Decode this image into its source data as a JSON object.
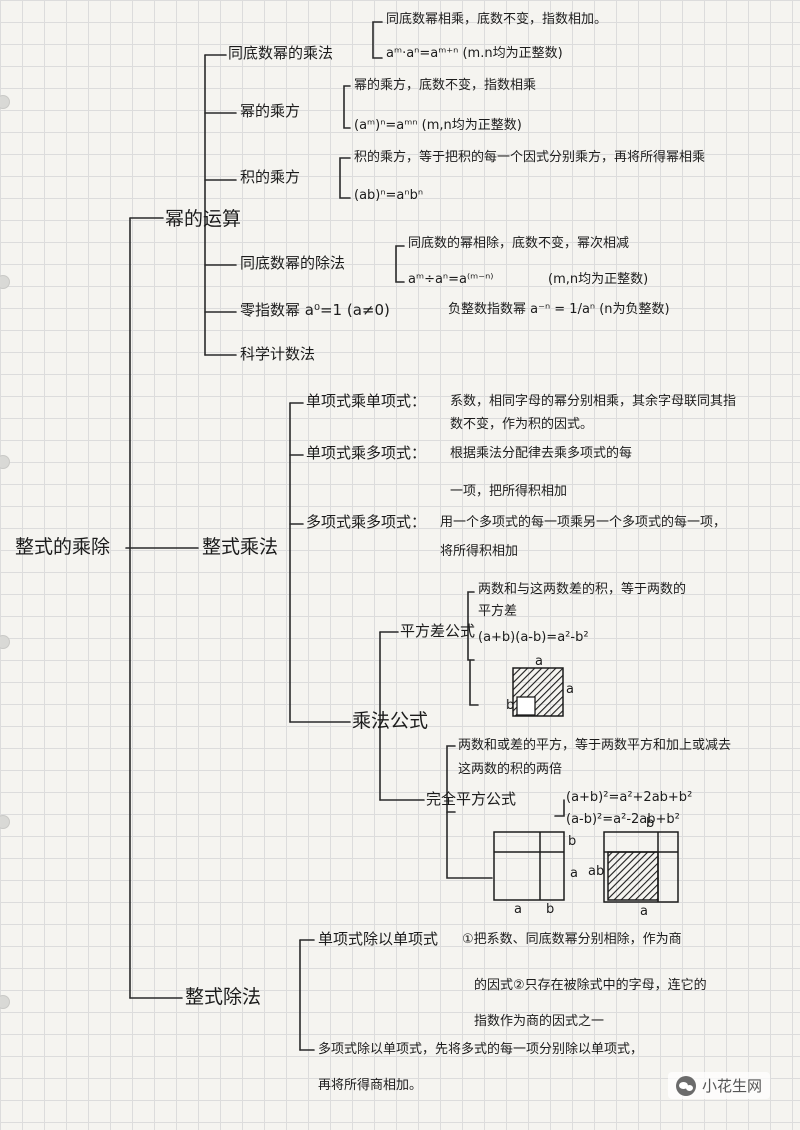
{
  "root": "整式的乘除",
  "power_ops": {
    "title": "幂的运算",
    "same_base_mult": {
      "label": "同底数幂的乘法",
      "rule": "同底数幂相乘，底数不变，指数相加。",
      "formula": "aᵐ·aⁿ=aᵐ⁺ⁿ (m.n均为正整数)"
    },
    "power_of_power": {
      "label": "幂的乘方",
      "rule": "幂的乘方，底数不变，指数相乘",
      "formula": "(aᵐ)ⁿ=aᵐⁿ (m,n均为正整数)"
    },
    "power_of_product": {
      "label": "积的乘方",
      "rule": "积的乘方，等于把积的每一个因式分别乘方，再将所得幂相乘",
      "formula": "(ab)ⁿ=aⁿbⁿ"
    },
    "same_base_div": {
      "label": "同底数幂的除法",
      "rule": "同底数的幂相除，底数不变，幂次相减",
      "formula": "aᵐ÷aⁿ=a⁽ᵐ⁻ⁿ⁾",
      "condition": "(m,n均为正整数)"
    },
    "zero_exp": {
      "label": "零指数幂 a⁰=1 (a≠0)",
      "negative": "负整数指数幂 a⁻ⁿ = 1/aⁿ (n为负整数)"
    },
    "sci": {
      "label": "科学计数法"
    }
  },
  "mult": {
    "title": "整式乘法",
    "mono_mono": {
      "label": "单项式乘单项式：",
      "rule1": "系数，相同字母的幂分别相乘，其余字母联同其指",
      "rule2": "数不变，作为积的因式。"
    },
    "mono_poly": {
      "label": "单项式乘多项式：",
      "rule1": "根据乘法分配律去乘多项式的每",
      "rule2": "一项，把所得积相加"
    },
    "poly_poly": {
      "label": "多项式乘多项式：",
      "rule1": "用一个多项式的每一项乘另一个多项式的每一项，",
      "rule2": "将所得积相加"
    },
    "formulas": {
      "title": "乘法公式",
      "diff_sq": {
        "label": "平方差公式",
        "rule1": "两数和与这两数差的积，等于两数的",
        "rule2": "平方差",
        "formula": "(a+b)(a-b)=a²-b²",
        "a": "a",
        "b": "b"
      },
      "perfect_sq": {
        "label": "完全平方公式",
        "rule1": "两数和或差的平方，等于两数平方和加上或减去",
        "rule2": "这两数的积的两倍",
        "formula1": "(a+b)²=a²+2ab+b²",
        "formula2": "(a-b)²=a²-2ab+b²",
        "a": "a",
        "b": "b"
      }
    }
  },
  "div": {
    "title": "整式除法",
    "mono_mono": {
      "label": "单项式除以单项式",
      "rule1": "①把系数、同底数幂分别相除，作为商",
      "rule2": "的因式②只存在被除式中的字母，连它的",
      "rule3": "指数作为商的因式之一"
    },
    "poly_mono": {
      "rule1": "多项式除以单项式，先将多式的每一项分别除以单项式，",
      "rule2": "再将所得商相加。"
    }
  },
  "watermark": "小花生网"
}
